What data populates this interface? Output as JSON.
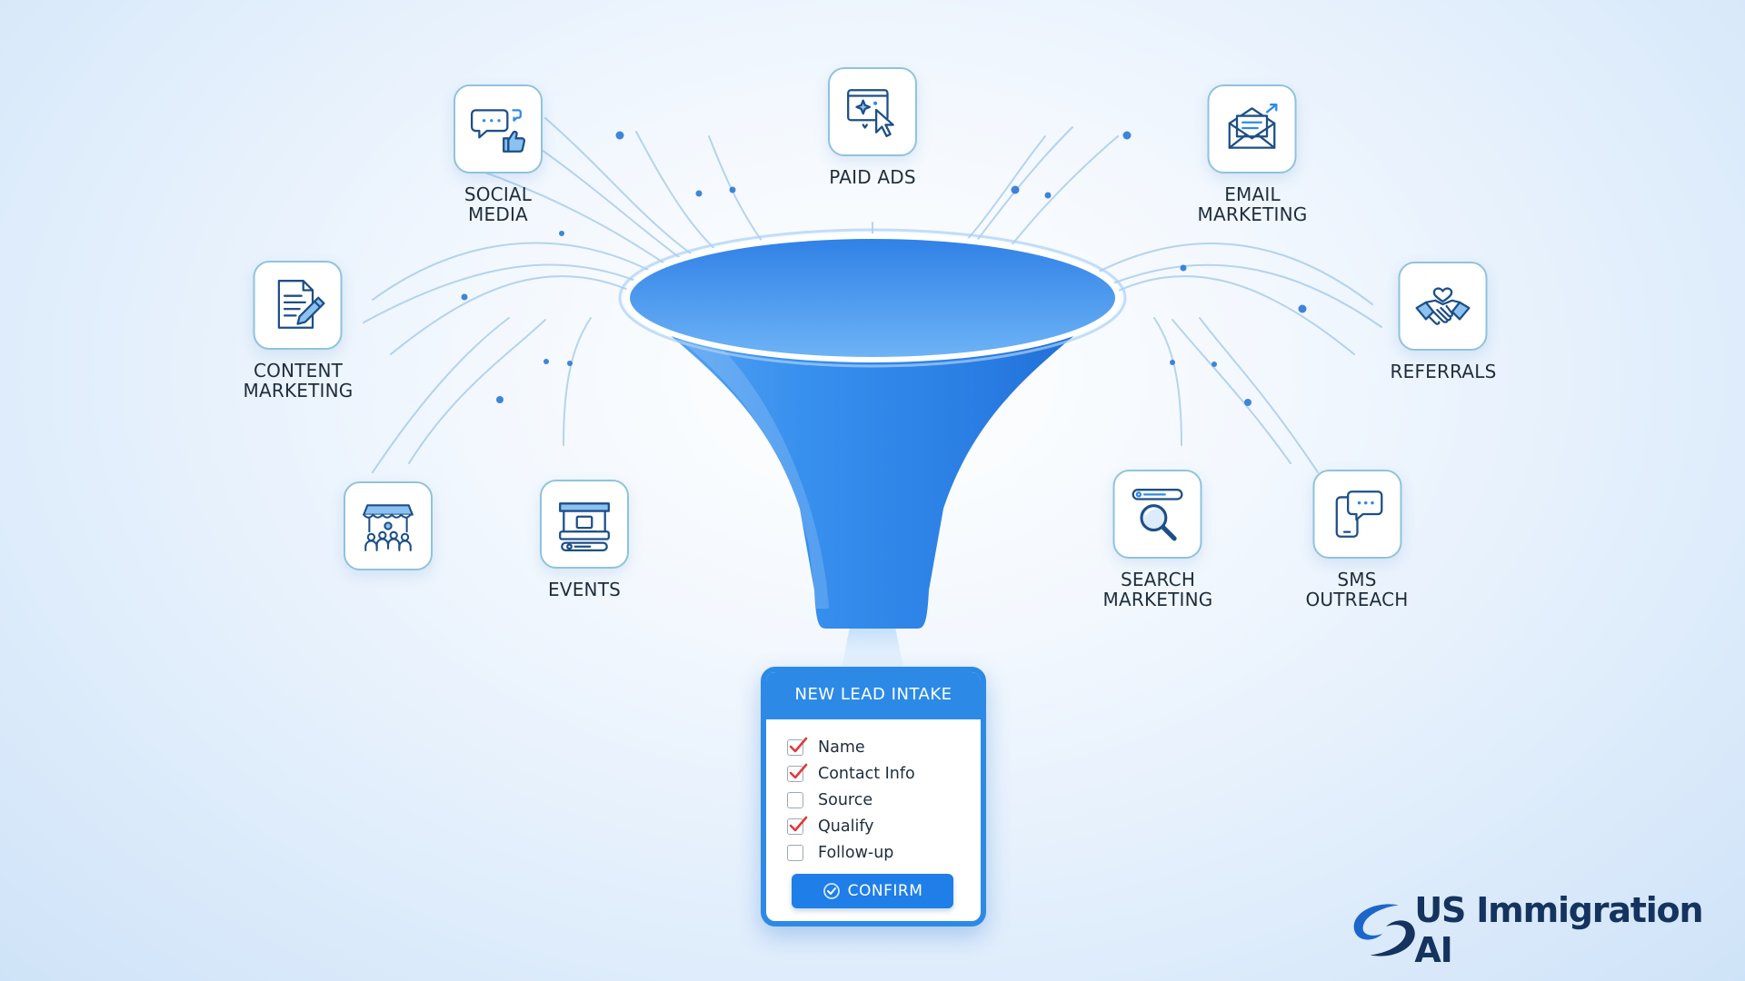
{
  "sources": [
    {
      "id": "social-media",
      "label": "SOCIAL\nMEDIA",
      "icon": "social-media-icon"
    },
    {
      "id": "paid-ads",
      "label": "PAID ADS",
      "icon": "paid-ads-icon"
    },
    {
      "id": "email-marketing",
      "label": "EMAIL\nMARKETING",
      "icon": "email-icon"
    },
    {
      "id": "content-marketing",
      "label": "CONTENT\nMARKETING",
      "icon": "document-icon"
    },
    {
      "id": "referrals",
      "label": "REFERRALS",
      "icon": "handshake-icon"
    },
    {
      "id": "community",
      "label": "",
      "icon": "community-icon"
    },
    {
      "id": "events",
      "label": "EVENTS",
      "icon": "events-booth-icon"
    },
    {
      "id": "search-marketing",
      "label": "SEARCH\nMARKETING",
      "icon": "search-icon"
    },
    {
      "id": "sms-outreach",
      "label": "SMS\nOUTREACH",
      "icon": "sms-icon"
    }
  ],
  "intake": {
    "title": "NEW LEAD INTAKE",
    "items": [
      {
        "label": "Name",
        "checked": true
      },
      {
        "label": "Contact Info",
        "checked": true
      },
      {
        "label": "Source",
        "checked": false
      },
      {
        "label": "Qualify",
        "checked": true
      },
      {
        "label": "Follow-up",
        "checked": false
      }
    ],
    "confirm_label": "CONFIRM"
  },
  "brand": {
    "name": "US Immigration AI",
    "logo_icon": "swirl-logo-icon"
  },
  "colors": {
    "funnel": "#2f86e8",
    "funnel_rim": "#a9d0f8",
    "accent": "#2c8ae6",
    "check": "#e03a3a",
    "brand_text": "#14335e",
    "icon_border": "#8fc3dd",
    "stream": "#7fb4e4",
    "dot": "#2a78d6"
  }
}
